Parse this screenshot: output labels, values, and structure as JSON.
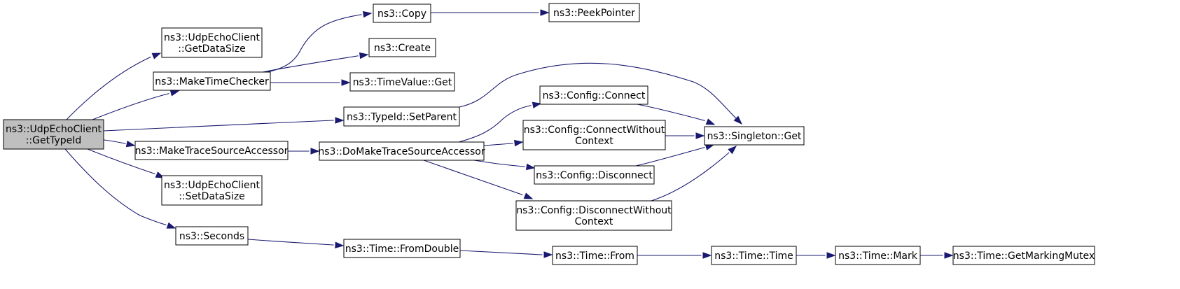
{
  "diagram": {
    "colors": {
      "edge": "#191970",
      "root_fill": "#bfbfbf",
      "node_fill": "#ffffff"
    },
    "nodes": [
      {
        "id": "root",
        "lines": [
          "ns3::UdpEchoClient",
          "::GetTypeId"
        ],
        "root": true
      },
      {
        "id": "getdatasize",
        "lines": [
          "ns3::UdpEchoClient",
          "::GetDataSize"
        ]
      },
      {
        "id": "maketimechecker",
        "lines": [
          "ns3::MakeTimeChecker"
        ]
      },
      {
        "id": "setparent",
        "lines": [
          "ns3::TypeId::SetParent"
        ]
      },
      {
        "id": "maketracesourceaccessor",
        "lines": [
          "ns3::MakeTraceSourceAccessor"
        ]
      },
      {
        "id": "setdatasize",
        "lines": [
          "ns3::UdpEchoClient",
          "::SetDataSize"
        ]
      },
      {
        "id": "seconds",
        "lines": [
          "ns3::Seconds"
        ]
      },
      {
        "id": "copy",
        "lines": [
          "ns3::Copy"
        ]
      },
      {
        "id": "peekpointer",
        "lines": [
          "ns3::PeekPointer"
        ]
      },
      {
        "id": "create",
        "lines": [
          "ns3::Create"
        ]
      },
      {
        "id": "timevalueget",
        "lines": [
          "ns3::TimeValue::Get"
        ]
      },
      {
        "id": "domaketracesourceaccessor",
        "lines": [
          "ns3::DoMakeTraceSourceAccessor"
        ]
      },
      {
        "id": "configconnect",
        "lines": [
          "ns3::Config::Connect"
        ]
      },
      {
        "id": "configconnectwithoutcontext",
        "lines": [
          "ns3::Config::ConnectWithout",
          "Context"
        ]
      },
      {
        "id": "configdisconnect",
        "lines": [
          "ns3::Config::Disconnect"
        ]
      },
      {
        "id": "configdisconnectwithoutcontext",
        "lines": [
          "ns3::Config::DisconnectWithout",
          "Context"
        ]
      },
      {
        "id": "singletonget",
        "lines": [
          "ns3::Singleton::Get"
        ]
      },
      {
        "id": "timefromdouble",
        "lines": [
          "ns3::Time::FromDouble"
        ]
      },
      {
        "id": "timefrom",
        "lines": [
          "ns3::Time::From"
        ]
      },
      {
        "id": "timetime",
        "lines": [
          "ns3::Time::Time"
        ]
      },
      {
        "id": "timemark",
        "lines": [
          "ns3::Time::Mark"
        ]
      },
      {
        "id": "timegetmarkingmutex",
        "lines": [
          "ns3::Time::GetMarkingMutex"
        ]
      }
    ],
    "edges": [
      [
        "root",
        "getdatasize"
      ],
      [
        "root",
        "maketimechecker"
      ],
      [
        "root",
        "setparent"
      ],
      [
        "root",
        "maketracesourceaccessor"
      ],
      [
        "root",
        "setdatasize"
      ],
      [
        "root",
        "seconds"
      ],
      [
        "maketimechecker",
        "copy"
      ],
      [
        "maketimechecker",
        "create"
      ],
      [
        "maketimechecker",
        "timevalueget"
      ],
      [
        "copy",
        "peekpointer"
      ],
      [
        "setparent",
        "singletonget"
      ],
      [
        "maketracesourceaccessor",
        "domaketracesourceaccessor"
      ],
      [
        "domaketracesourceaccessor",
        "configconnect"
      ],
      [
        "domaketracesourceaccessor",
        "configconnectwithoutcontext"
      ],
      [
        "domaketracesourceaccessor",
        "configdisconnect"
      ],
      [
        "domaketracesourceaccessor",
        "configdisconnectwithoutcontext"
      ],
      [
        "configconnect",
        "singletonget"
      ],
      [
        "configconnectwithoutcontext",
        "singletonget"
      ],
      [
        "configdisconnect",
        "singletonget"
      ],
      [
        "configdisconnectwithoutcontext",
        "singletonget"
      ],
      [
        "seconds",
        "timefromdouble"
      ],
      [
        "timefromdouble",
        "timefrom"
      ],
      [
        "timefrom",
        "timetime"
      ],
      [
        "timetime",
        "timemark"
      ],
      [
        "timemark",
        "timegetmarkingmutex"
      ]
    ]
  }
}
